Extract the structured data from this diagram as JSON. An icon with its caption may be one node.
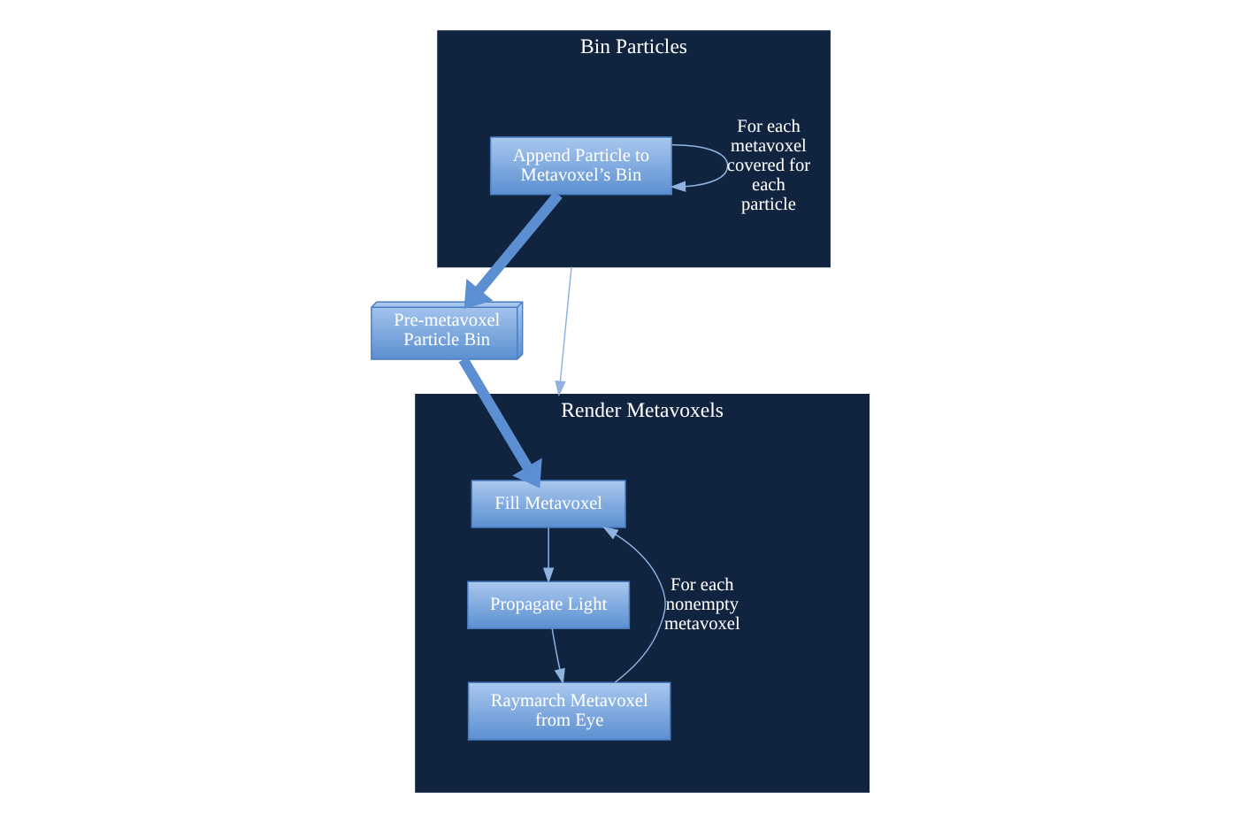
{
  "diagram": {
    "nodes": [
      {
        "text": [
          "Bin Particles"
        ]
      },
      {
        "text": [
          "Append Particle to Metavoxel’s Bin"
        ],
        "in": 0
      },
      {
        "text": [
          "Pre-metavoxel Particle Bin"
        ]
      },
      {
        "text": [
          "Render Metavoxels"
        ]
      },
      {
        "text": [
          "Fill Metavoxel"
        ],
        "in": 3
      },
      {
        "text": [
          "Propagate Light"
        ],
        "in": 3
      },
      {
        "text": [
          "Raymarch Metavoxel from Eye"
        ],
        "in": 3
      }
    ],
    "edges": [
      {
        "from": 1,
        "to": 1,
        "arrow": "to",
        "label": "For each metavoxel covered for each particle"
      },
      {
        "from": 1,
        "to": 2,
        "arrow": "to",
        "style": "thick"
      },
      {
        "from": 0,
        "to": 3,
        "arrow": "to"
      },
      {
        "from": 2,
        "to": 4,
        "arrow": "to",
        "style": "thick"
      },
      {
        "from": 4,
        "to": 5,
        "arrow": "to"
      },
      {
        "from": 5,
        "to": 6,
        "arrow": "to"
      },
      {
        "from": 6,
        "to": 4,
        "arrow": "to",
        "label": "For each nonempty metavoxel"
      }
    ]
  }
}
